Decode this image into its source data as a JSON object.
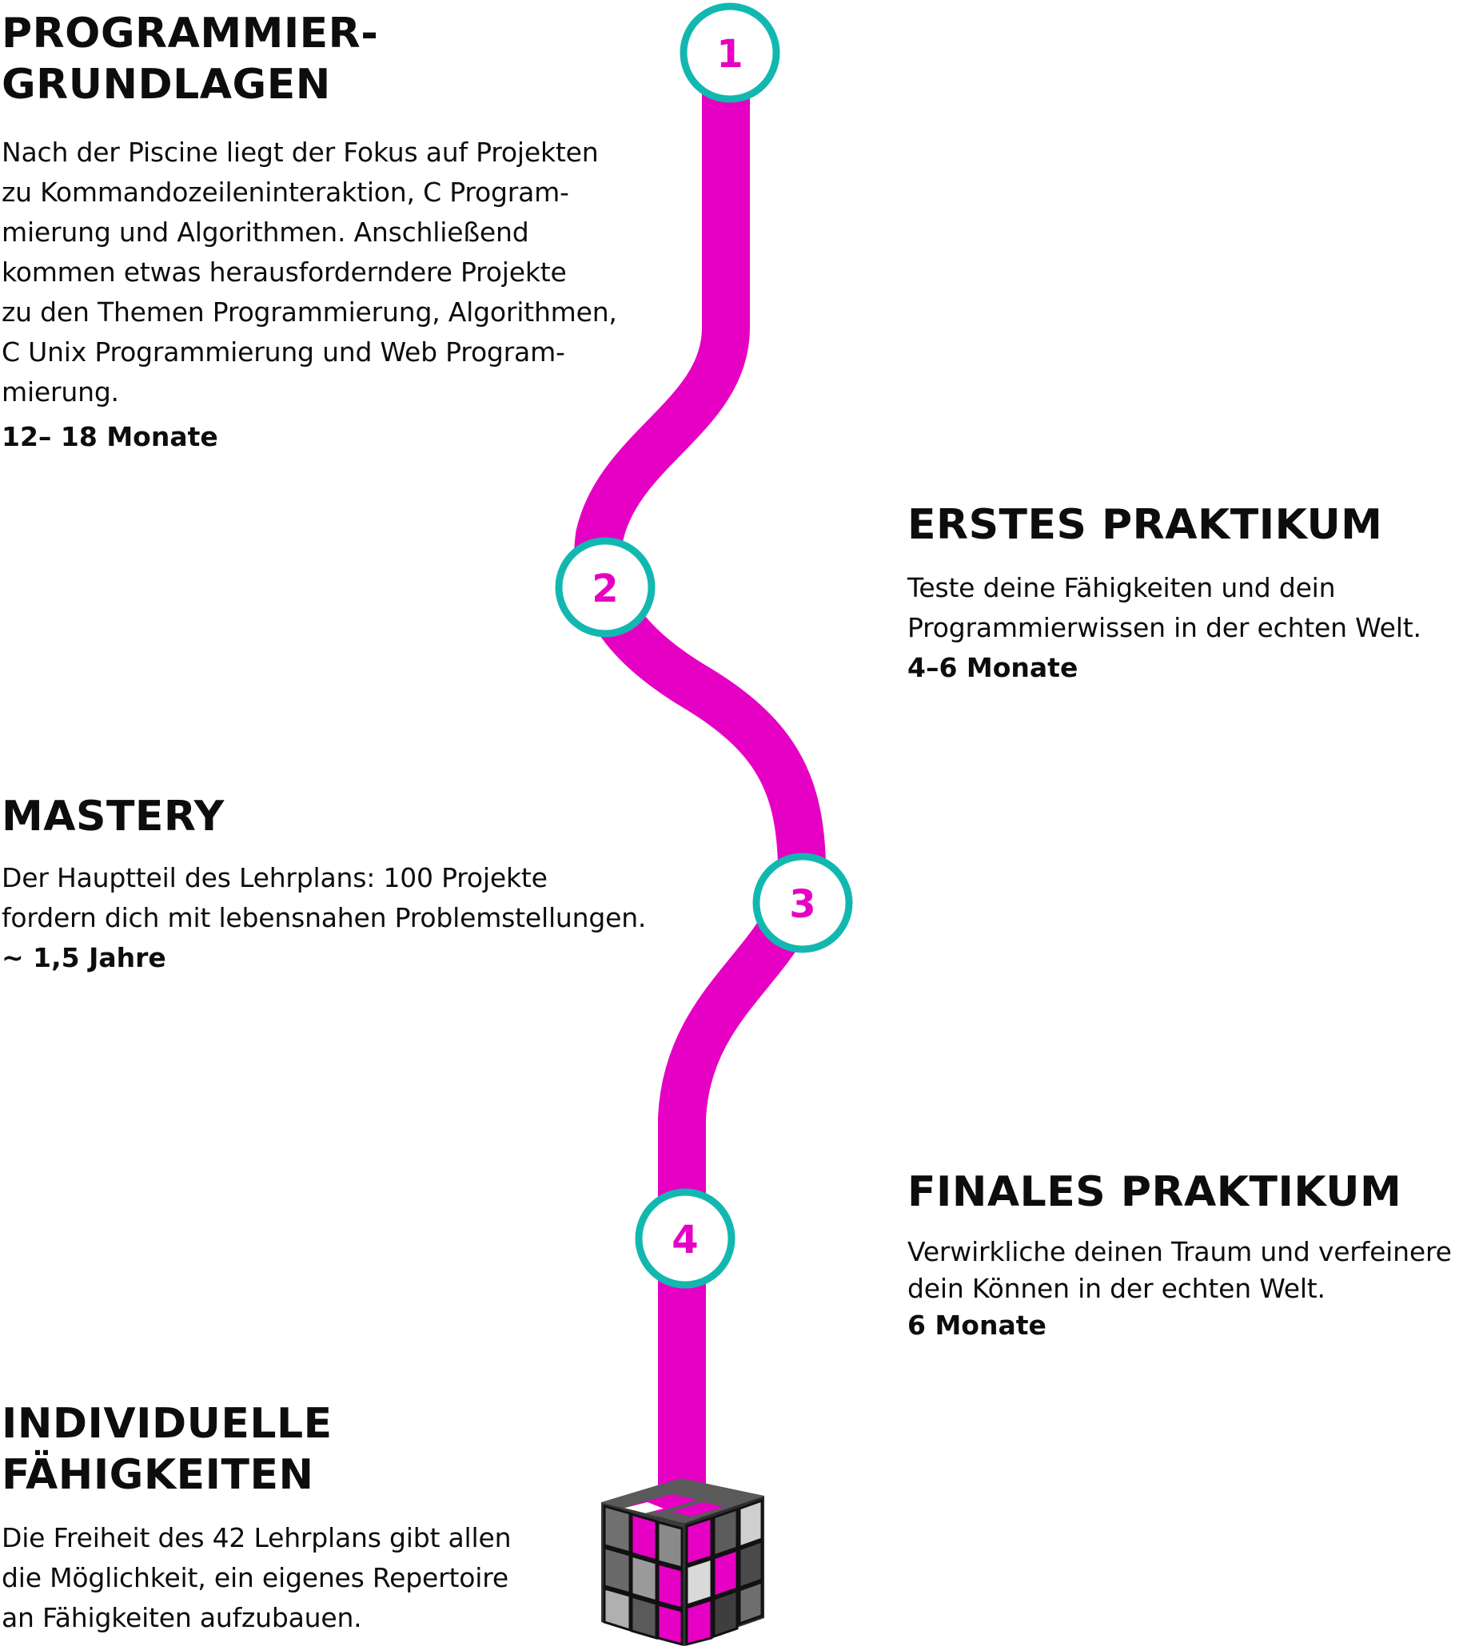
{
  "colors": {
    "path": "#e600c3",
    "ring": "#12b8b0",
    "text": "#0d0d0d"
  },
  "steps": [
    {
      "number": "1",
      "title_lines": [
        "PROGRAMMIER-",
        "GRUNDLAGEN"
      ],
      "body_lines": [
        "Nach der Piscine liegt der Fokus auf Projekten",
        "zu Kommandozeileninteraktion, C Program-",
        "mierung und Algorithmen. Anschließend",
        "kommen etwas herausforderndere Projekte",
        "zu den Themen Programmierung, Algorithmen,",
        "C Unix Programmierung und Web Program-",
        "mierung."
      ],
      "duration": "12– 18 Monate"
    },
    {
      "number": "2",
      "title_lines": [
        "ERSTES PRAKTIKUM"
      ],
      "body_lines": [
        "Teste deine Fähigkeiten und dein",
        "Programmierwissen in der echten Welt."
      ],
      "duration": "4–6 Monate"
    },
    {
      "number": "3",
      "title_lines": [
        "MASTERY"
      ],
      "body_lines": [
        "Der Hauptteil des Lehrplans: 100 Projekte",
        "fordern dich mit lebensnahen Problemstellungen."
      ],
      "duration": "~ 1,5 Jahre"
    },
    {
      "number": "4",
      "title_lines": [
        "FINALES PRAKTIKUM"
      ],
      "body_lines": [
        "Verwirkliche deinen Traum und verfeinere",
        "dein Können in der echten Welt."
      ],
      "duration": "6 Monate"
    },
    {
      "title_lines": [
        "INDIVIDUELLE",
        "FÄHIGKEITEN"
      ],
      "body_lines": [
        "Die Freiheit des 42 Lehrplans gibt allen",
        "die Möglichkeit, ein eigenes Repertoire",
        "an Fähigkeiten aufzubauen."
      ]
    }
  ],
  "end_icon": "rubiks-cube-icon"
}
